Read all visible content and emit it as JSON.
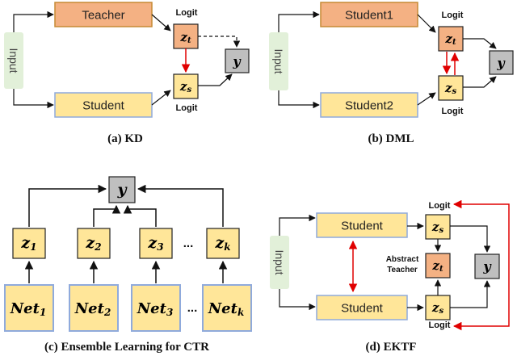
{
  "colors": {
    "teacher_fill": "#f4b183",
    "teacher_stroke": "#c68a35",
    "student_fill": "#ffe699",
    "student_stroke": "#8faadc",
    "logit_fill": "#ffe699",
    "input_fill": "#e2f0d9",
    "output_fill": "#bfbfbf",
    "red_arrow": "#e00000"
  },
  "panels": {
    "kd": {
      "caption": "(a) KD",
      "input": "Input",
      "teacher": "Teacher",
      "student": "Student",
      "logit_top": "Logit",
      "logit_bottom": "Logit",
      "zt_base": "z",
      "zt_sub": "t",
      "zs_base": "z",
      "zs_sub": "s",
      "output": "y"
    },
    "dml": {
      "caption": "(b) DML",
      "input": "Input",
      "student1": "Student1",
      "student2": "Student2",
      "logit_top": "Logit",
      "logit_bottom": "Logit",
      "zt_base": "z",
      "zt_sub": "t",
      "zs_base": "z",
      "zs_sub": "s",
      "output": "y"
    },
    "ensemble": {
      "caption": "(c) Ensemble Learning for CTR",
      "output": "y",
      "ellipsis": "...",
      "z_items": [
        {
          "base": "z",
          "sub": "1"
        },
        {
          "base": "z",
          "sub": "2"
        },
        {
          "base": "z",
          "sub": "3"
        },
        {
          "base": "z",
          "sub": "k"
        }
      ],
      "net_items": [
        {
          "base": "Net",
          "sub": "1"
        },
        {
          "base": "Net",
          "sub": "2"
        },
        {
          "base": "Net",
          "sub": "3"
        },
        {
          "base": "Net",
          "sub": "k"
        }
      ]
    },
    "ektf": {
      "caption": "(d) EKTF",
      "input": "Input",
      "student_top": "Student",
      "student_bottom": "Student",
      "logit_top": "Logit",
      "logit_bottom": "Logit",
      "abstract_teacher_line1": "Abstract",
      "abstract_teacher_line2": "Teacher",
      "zs_top_base": "z",
      "zs_top_sub": "s",
      "zt_base": "z",
      "zt_sub": "t",
      "zs_bottom_base": "z",
      "zs_bottom_sub": "s",
      "output": "y"
    }
  }
}
